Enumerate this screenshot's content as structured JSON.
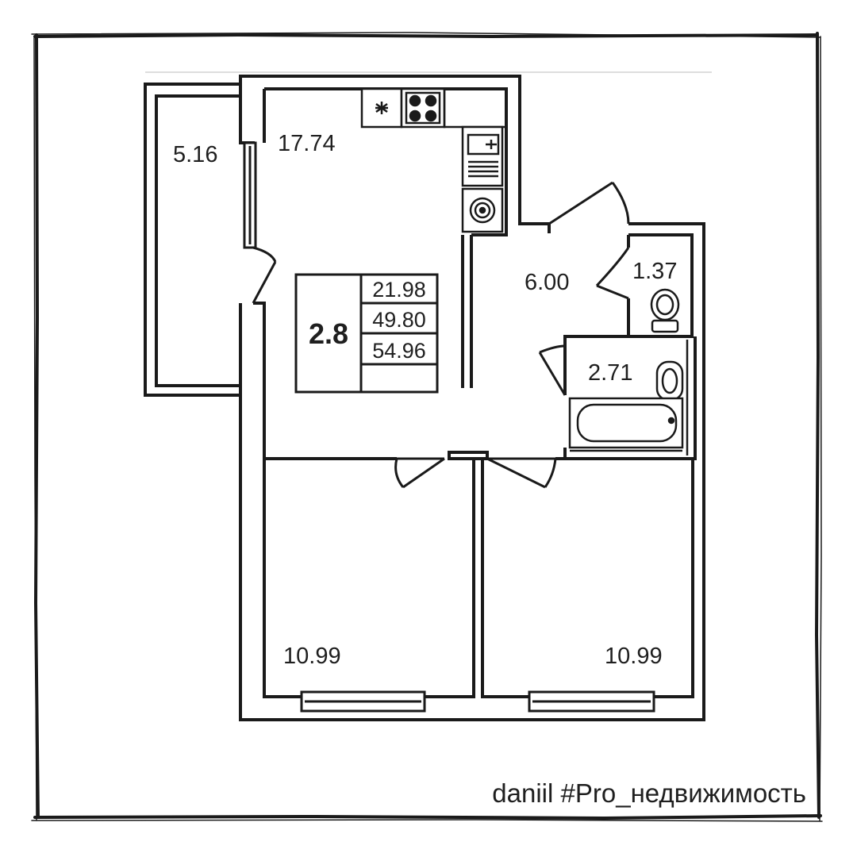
{
  "plan": {
    "ceiling_height": "2.8",
    "summary": {
      "living_area": "21.98",
      "total_area": "49.80",
      "total_area_with_balcony": "54.96"
    },
    "rooms": {
      "balcony": "5.16",
      "kitchen_living": "17.74",
      "hall": "6.00",
      "toilet": "1.37",
      "bathroom": "2.71",
      "bedroom_left": "10.99",
      "bedroom_right": "10.99"
    },
    "icons": [
      "fridge-icon",
      "stove-icon",
      "sink-icon",
      "washing-machine-icon",
      "toilet-icon",
      "washbasin-icon",
      "bathtub-icon",
      "door-swing-icon",
      "window-icon"
    ]
  },
  "caption": "daniil #Pro_недвижимость"
}
